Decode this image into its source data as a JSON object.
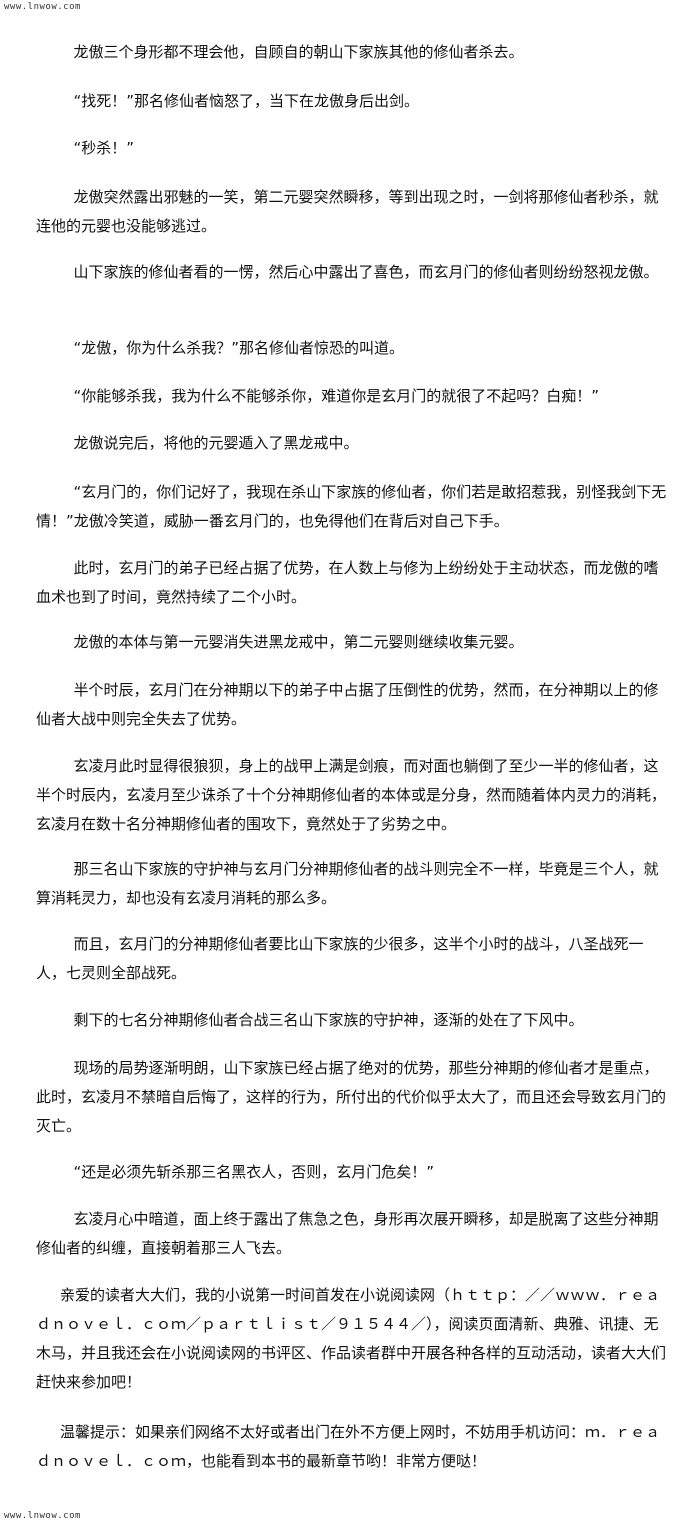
{
  "watermark": {
    "top": "www.lnwow.com",
    "bottom": "www.lnwow.com"
  },
  "paragraphs": [
    "龙傲三个身形都不理会他，自顾自的朝山下家族其他的修仙者杀去。",
    "“找死！”那名修仙者恼怒了，当下在龙傲身后出剑。",
    "“秒杀！”",
    "龙傲突然露出邪魅的一笑，第二元婴突然瞬移，等到出现之时，一剑将那修仙者秒杀，就连他的元婴也没能够逃过。",
    "山下家族的修仙者看的一愣，然后心中露出了喜色，而玄月门的修仙者则纷纷怒视龙傲。",
    "“龙傲，你为什么杀我？”那名修仙者惊恐的叫道。",
    "“你能够杀我，我为什么不能够杀你，难道你是玄月门的就很了不起吗？白痴！”",
    "龙傲说完后，将他的元婴遁入了黑龙戒中。",
    "“玄月门的，你们记好了，我现在杀山下家族的修仙者，你们若是敢招惹我，别怪我剑下无情！”龙傲冷笑道，威胁一番玄月门的，也免得他们在背后对自己下手。",
    "此时，玄月门的弟子已经占据了优势，在人数上与修为上纷纷处于主动状态，而龙傲的嗜血术也到了时间，竟然持续了二个小时。",
    "龙傲的本体与第一元婴消失进黑龙戒中，第二元婴则继续收集元婴。",
    "半个时辰，玄月门在分神期以下的弟子中占据了压倒性的优势，然而，在分神期以上的修仙者大战中则完全失去了优势。",
    "玄凌月此时显得很狼狈，身上的战甲上满是剑痕，而对面也躺倒了至少一半的修仙者，这半个时辰内，玄凌月至少诛杀了十个分神期修仙者的本体或是分身，然而随着体内灵力的消耗，玄凌月在数十名分神期修仙者的围攻下，竟然处于了劣势之中。",
    "那三名山下家族的守护神与玄月门分神期修仙者的战斗则完全不一样，毕竟是三个人，就算消耗灵力，却也没有玄凌月消耗的那么多。",
    "而且，玄月门的分神期修仙者要比山下家族的少很多，这半个小时的战斗，八圣战死一人，七灵则全部战死。",
    "剩下的七名分神期修仙者合战三名山下家族的守护神，逐渐的处在了下风中。",
    "现场的局势逐渐明朗，山下家族已经占据了绝对的优势，那些分神期的修仙者才是重点，此时，玄凌月不禁暗自后悔了，这样的行为，所付出的代价似乎太大了，而且还会导致玄月门的灭亡。",
    "“还是必须先斩杀那三名黑衣人，否则，玄月门危矣！”",
    "玄凌月心中暗道，面上终于露出了焦急之色，身形再次展开瞬移，却是脱离了这些分神期修仙者的纠缠，直接朝着那三人飞去。"
  ],
  "footer": [
    "亲爱的读者大大们，我的小说第一时间首发在小说阅读网（ｈｔｔｐ：／／ｗｗｗ．ｒｅａｄｎｏｖｅｌ．ｃｏｍ／ｐａｒｔｌｉｓｔ／９１５４４／），阅读页面清新、典雅、讯捷、无木马，并且我还会在小说阅读网的书评区、作品读者群中开展各种各样的互动活动，读者大大们赶快来参加吧！",
    "温馨提示：如果亲们网络不太好或者出门在外不方便上网时，不妨用手机访问：ｍ．ｒｅａｄｎｏｖｅｌ．ｃｏｍ，也能看到本书的最新章节哟！非常方便哒！"
  ]
}
